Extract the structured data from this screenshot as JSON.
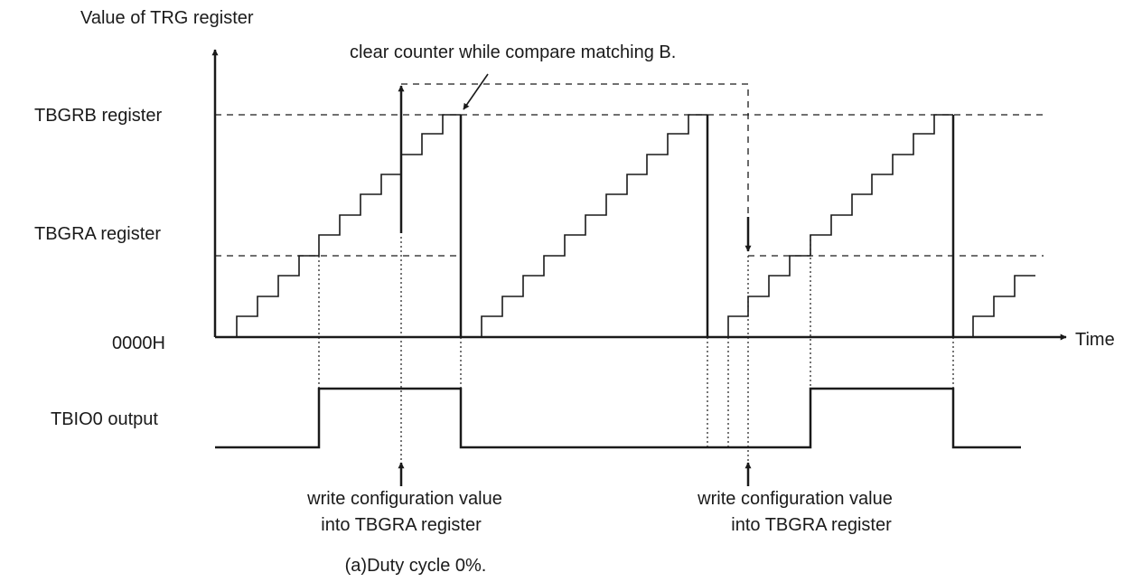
{
  "y_axis_title": "Value of TRG register",
  "x_axis_title": "Time",
  "levels": {
    "tbgrb": "TBGRB register",
    "tbgra": "TBGRA register",
    "zero": "0000H"
  },
  "output_label": "TBIO0 output",
  "annotations": {
    "clear_counter": "clear counter while compare matching B.",
    "write_config_1": [
      "write configuration value",
      "into TBGRA register"
    ],
    "write_config_2": [
      "write configuration value",
      "into TBGRA register"
    ]
  },
  "caption": "(a)Duty cycle 0%."
}
